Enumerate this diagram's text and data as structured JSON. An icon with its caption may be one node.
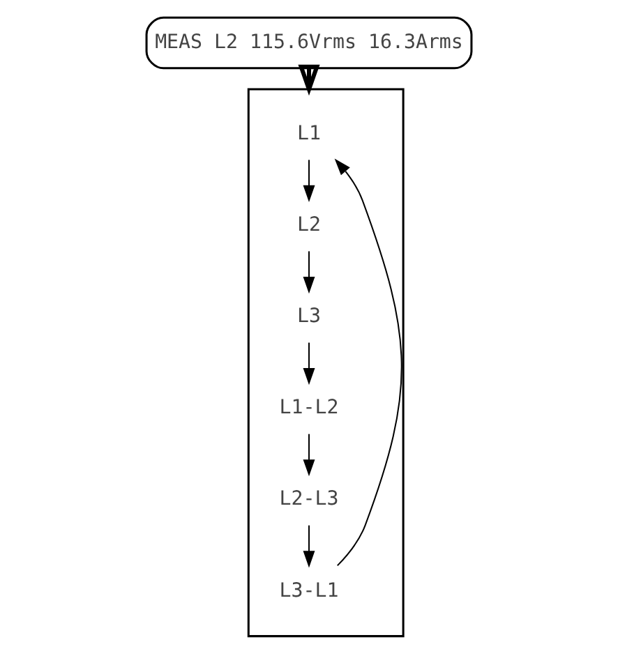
{
  "diagram": {
    "nodes": [
      {
        "text": [
          "MEAS L2 115.6Vrms 16.3Arms"
        ]
      },
      {
        "text": [],
        "shape": "box"
      },
      {
        "text": [
          "L1"
        ],
        "in": 1
      },
      {
        "text": [
          "L2"
        ],
        "in": 1
      },
      {
        "text": [
          "L3"
        ],
        "in": 1
      },
      {
        "text": [
          "L1-L2"
        ],
        "in": 1
      },
      {
        "text": [
          "L2-L3"
        ],
        "in": 1
      },
      {
        "text": [
          "L3-L1"
        ],
        "in": 1
      }
    ],
    "edges": [
      {
        "from": 0,
        "to": 1,
        "arrow": "to",
        "style": "thick"
      },
      {
        "from": 2,
        "to": 3,
        "arrow": "to"
      },
      {
        "from": 3,
        "to": 4,
        "arrow": "to"
      },
      {
        "from": 4,
        "to": 5,
        "arrow": "to"
      },
      {
        "from": 5,
        "to": 6,
        "arrow": "to"
      },
      {
        "from": 6,
        "to": 7,
        "arrow": "to"
      },
      {
        "from": 7,
        "to": 2,
        "arrow": "to"
      }
    ]
  }
}
